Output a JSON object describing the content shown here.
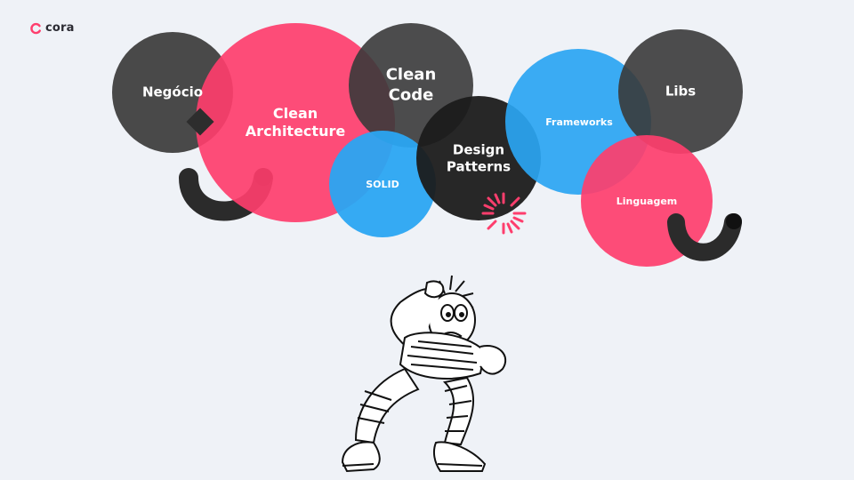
{
  "brand": {
    "name": "cora",
    "color": "#fe3e6d"
  },
  "bubbles": [
    {
      "label": "Negócio"
    },
    {
      "label": "Clean\nArchitecture"
    },
    {
      "label": "Clean\nCode"
    },
    {
      "label": "SOLID"
    },
    {
      "label": "Design\nPatterns"
    },
    {
      "label": "Frameworks"
    },
    {
      "label": "Libs"
    },
    {
      "label": "Linguagem"
    }
  ],
  "colors": {
    "dark": "#3f3f3f",
    "pink": "#fe3e6d",
    "blue": "#2aa5f2",
    "black": "#1b1b1b",
    "background": "#eff2f7"
  },
  "illustration": "overwhelmed-man-drawing"
}
